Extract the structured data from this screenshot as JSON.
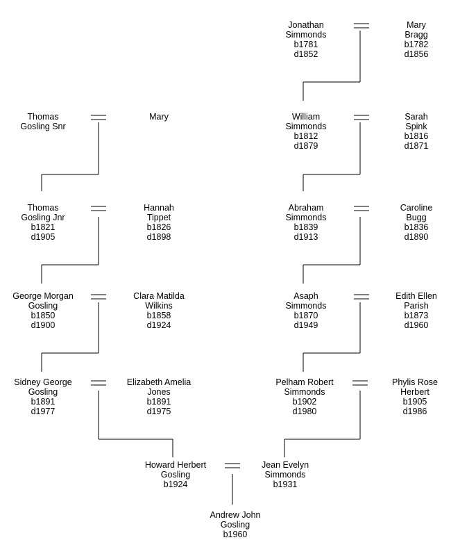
{
  "people": {
    "jonathan_simmonds": [
      "Jonathan",
      "Simmonds",
      "b1781",
      "d1852"
    ],
    "mary_bragg": [
      "Mary",
      "Bragg",
      "b1782",
      "d1856"
    ],
    "thomas_gosling_snr": [
      "Thomas",
      "Gosling Snr"
    ],
    "mary": [
      "Mary"
    ],
    "william_simmonds": [
      "William",
      "Simmonds",
      "b1812",
      "d1879"
    ],
    "sarah_spink": [
      "Sarah",
      "Spink",
      "b1816",
      "d1871"
    ],
    "thomas_gosling_jnr": [
      "Thomas",
      "Gosling Jnr",
      "b1821",
      "d1905"
    ],
    "hannah_tippet": [
      "Hannah",
      "Tippet",
      "b1826",
      "d1898"
    ],
    "abraham_simmonds": [
      "Abraham",
      "Simmonds",
      "b1839",
      "d1913"
    ],
    "caroline_bugg": [
      "Caroline",
      "Bugg",
      "b1836",
      "d1890"
    ],
    "george_morgan_gosling": [
      "George Morgan",
      "Gosling",
      "b1850",
      "d1900"
    ],
    "clara_matilda_wilkins": [
      "Clara Matilda",
      "Wilkins",
      "b1858",
      "d1924"
    ],
    "asaph_simmonds": [
      "Asaph",
      "Simmonds",
      "b1870",
      "d1949"
    ],
    "edith_ellen_parish": [
      "Edith Ellen",
      "Parish",
      "b1873",
      "d1960"
    ],
    "sidney_george_gosling": [
      "Sidney George",
      "Gosling",
      "b1891",
      "d1977"
    ],
    "elizabeth_amelia_jones": [
      "Elizabeth Amelia",
      "Jones",
      "b1891",
      "d1975"
    ],
    "pelham_robert_simmonds": [
      "Pelham Robert",
      "Simmonds",
      "b1902",
      "d1980"
    ],
    "phylis_rose_herbert": [
      "Phylis Rose",
      "Herbert",
      "b1905",
      "d1986"
    ],
    "howard_herbert_gosling": [
      "Howard Herbert",
      "Gosling",
      "b1924"
    ],
    "jean_evelyn_simmonds": [
      "Jean Evelyn",
      "Simmonds",
      "b1931"
    ],
    "andrew_john_gosling": [
      "Andrew John",
      "Gosling",
      "b1960"
    ]
  }
}
